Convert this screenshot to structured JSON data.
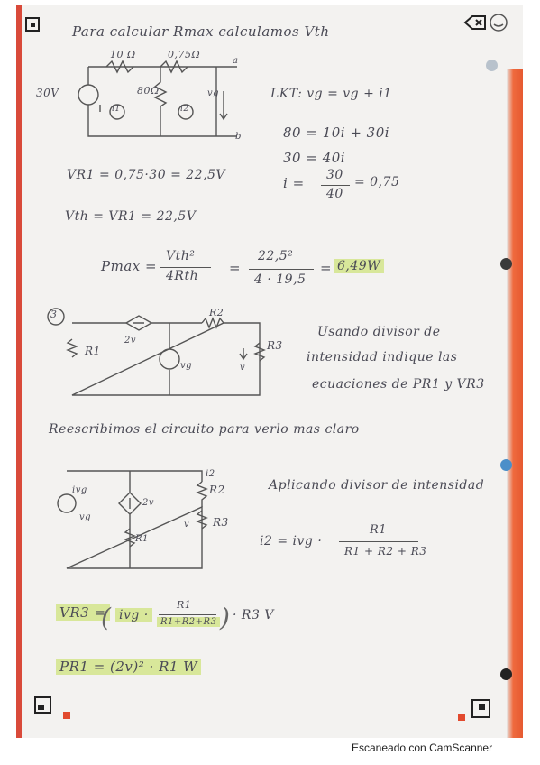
{
  "header": {
    "title": "Para calcular Rmax calculamos Vth"
  },
  "circuit1": {
    "source": "30V",
    "r1": "10 Ω",
    "r2": "0,75Ω",
    "r3": "80Ω",
    "i1": "i1",
    "i2": "i2",
    "vg": "vg",
    "node_a": "a",
    "node_b": "b"
  },
  "calc1": {
    "lkt": "LKT: vg = vg + i1",
    "eq1": "80 = 10i + 30i",
    "eq2": "30 = 40i",
    "eq3_lhs": "i =",
    "eq3_num": "30",
    "eq3_den": "40",
    "eq3_rhs": "= 0,75",
    "vr": "VR1 = 0,75·30 = 22,5V",
    "vth": "Vth = VR1 = 22,5V"
  },
  "pmax": {
    "lhs": "Pmax =",
    "frac1_num": "Vth²",
    "frac1_den": "4Rth",
    "eq": "=",
    "frac2_num": "22,5²",
    "frac2_den": "4 · 19,5",
    "eq2": "=",
    "result": "6,49W"
  },
  "problem3": {
    "number": "3",
    "r2": "R2",
    "r1": "R1",
    "r3": "R3",
    "dep_source": "2v",
    "vg": "vg",
    "v": "v",
    "statement_1": "Usando divisor de",
    "statement_2": "intensidad indique las",
    "statement_3": "ecuaciones de PR1 y VR3"
  },
  "redraw": {
    "text": "Reescribimos el circuito para verlo mas claro"
  },
  "circuit2": {
    "ivg": "ivg",
    "vg": "vg",
    "dep": "2v",
    "r1": "R1",
    "r2": "R2",
    "r3": "R3",
    "i2": "i2",
    "v": "v"
  },
  "divider": {
    "title": "Aplicando divisor de intensidad",
    "i2_lhs": "i2 = ivg ·",
    "i2_num": "R1",
    "i2_den": "R1 + R2 + R3"
  },
  "final": {
    "vr3_lhs": "VR3 =",
    "vr3_mid": "ivg ·",
    "vr3_num": "R1",
    "vr3_den": "R1+R2+R3",
    "vr3_rhs": "· R3 V",
    "pr1": "PR1 = (2v)² · R1 W"
  },
  "footer": {
    "text": "Escaneado con CamScanner"
  },
  "colors": {
    "ink": "#4a4a55",
    "highlight": "#d8e79a",
    "margin": "#d94a3a",
    "band": "#e65a31"
  },
  "icons": [
    "scanner-corner-icon",
    "tag-icon",
    "smiley-icon"
  ]
}
